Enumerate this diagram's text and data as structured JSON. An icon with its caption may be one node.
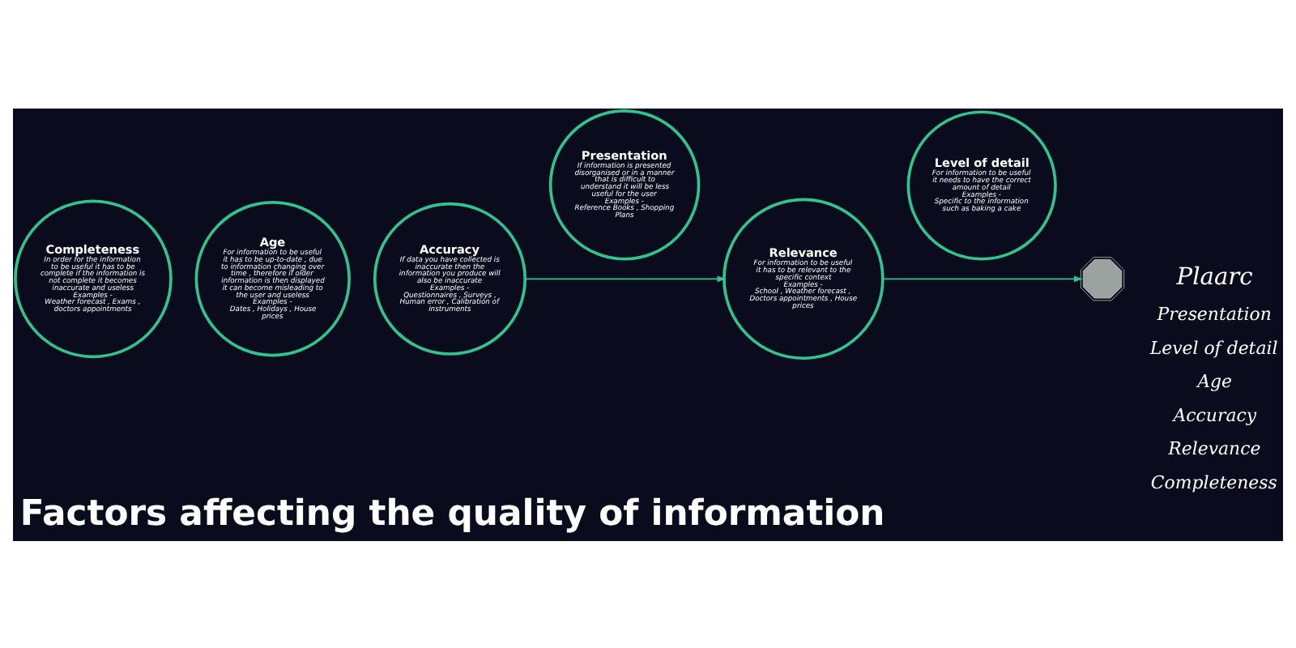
{
  "diagram": {
    "title": "Factors affecting the quality of information",
    "nodes": [
      {
        "text": [
          "Age",
          "For information to be useful it has to be up-to-date , due to information changing over time , therefore if older information is then displayed it can become misleading to the user and useless",
          "Examples -",
          "Dates , Holidays , House prices"
        ]
      },
      {
        "text": [
          "Presentation",
          "If information is presented disorganised or in a manner that is difficult to understand it will be less useful for the user",
          "Examples -",
          "Reference Books , Shopping Plans"
        ]
      },
      {
        "text": [
          "Level of detail",
          "For information to be useful it needs to have the correct amount of detail",
          "Examples -",
          "Specific to the information such as baking a cake"
        ]
      },
      {
        "text": [
          "Completeness",
          "In order for the information to be useful it has to be complete if the information is not complete it becomes inaccurate and useless",
          "Examples -",
          "Weather forecast , Exams , doctors appointments"
        ]
      },
      {
        "text": [
          "Accuracy",
          "If data you have collected is inaccurate then the information you produce will also be inaccurate",
          "Examples -",
          "Questionnaires , Surveys , Human error , Calibration of instruments"
        ]
      },
      {
        "text": [
          "Relevance",
          "For information to be useful it has to be relevant to the specific context",
          "Examples -",
          "School , Weather forecast , Doctors appointments , House prices"
        ]
      },
      {
        "text": [],
        "shape": "picture"
      }
    ],
    "edges": [
      {
        "from": 4,
        "to": 5,
        "arrow": "to"
      },
      {
        "from": 5,
        "to": 6,
        "arrow": "to"
      }
    ],
    "labels": [
      "Plaarc",
      "Presentation",
      "Level of detail",
      "Age",
      "Accuracy",
      "Relevance",
      "Completeness"
    ]
  }
}
